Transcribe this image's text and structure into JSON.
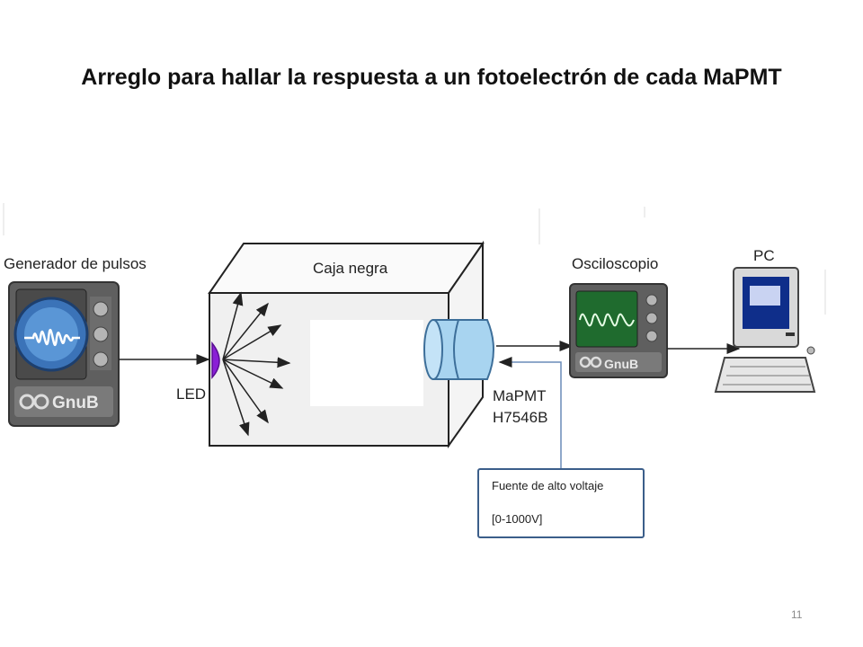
{
  "title": "Arreglo para hallar la respuesta a un fotoelectrón de cada MaPMT",
  "page_number": "11",
  "labels": {
    "pulse_generator": "Generador de pulsos",
    "black_box": "Caja negra",
    "oscilloscope": "Osciloscopio",
    "pc": "PC",
    "led": "LED",
    "mapmt_line1": "MaPMT",
    "mapmt_line2": "H7546B"
  },
  "power_supply": {
    "line1": "Fuente de alto voltaje",
    "line2": "[0-1000V]"
  },
  "instrument_brand": "GnuB",
  "colors": {
    "led": "#8a1fd6",
    "pmt": "#a8d4f0",
    "scope_screen": "#1f6b2e",
    "power_box_border": "#3b5e8a"
  }
}
